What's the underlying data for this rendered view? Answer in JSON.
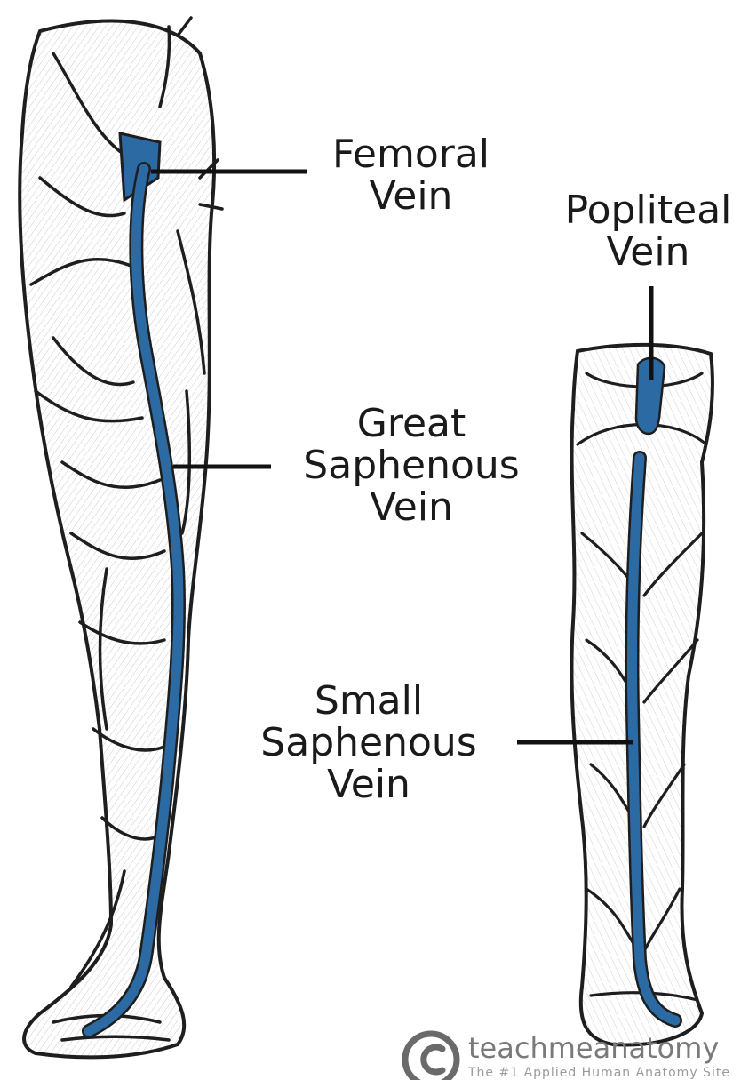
{
  "labels": {
    "femoral": [
      "Femoral",
      "Vein"
    ],
    "popliteal": [
      "Popliteal",
      "Vein"
    ],
    "great_saphenous": [
      "Great",
      "Saphenous",
      "Vein"
    ],
    "small_saphenous": [
      "Small",
      "Saphenous",
      "Vein"
    ]
  },
  "watermark": {
    "brand": "teachmeanatomy",
    "tagline": "The #1 Applied Human Anatomy Site"
  },
  "colors": {
    "vein_blue": "#2b6aa3",
    "outline": "#1e1e1e",
    "leader_line": "#111111",
    "shading": "#6f6f6f",
    "background": "#ffffff"
  }
}
